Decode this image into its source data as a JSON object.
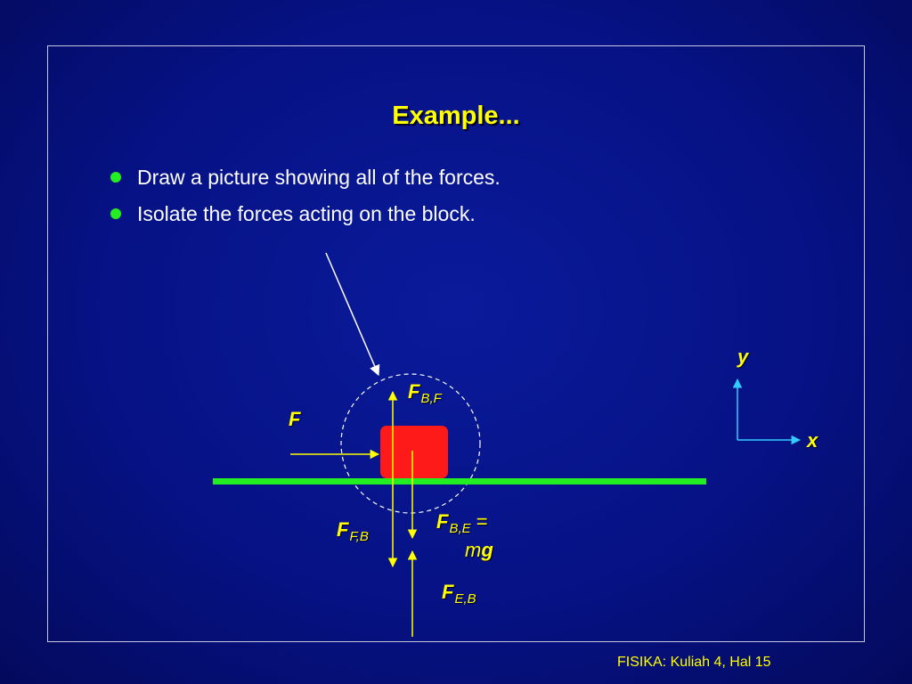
{
  "slide": {
    "title": "Example...",
    "bullets": [
      "Draw a picture showing all of the forces.",
      "Isolate the forces acting on the block."
    ],
    "footer": "FISIKA: Kuliah 4, Hal 15"
  },
  "diagram": {
    "labels": {
      "applied_force": {
        "main": "F",
        "sub": ""
      },
      "floor_on_block": {
        "main": "F",
        "sub": "B,F"
      },
      "block_on_floor": {
        "main": "F",
        "sub": "F,B"
      },
      "earth_on_block": {
        "main": "F",
        "sub": "B,E",
        "eq": "="
      },
      "mg": {
        "m": "m",
        "g": "g"
      },
      "block_on_earth": {
        "main": "F",
        "sub": "E,B"
      },
      "axis_y": "y",
      "axis_x": "x"
    },
    "colors": {
      "background": "#061285",
      "title": "#ffff00",
      "bullet_dot": "#22ee22",
      "block": "#ff1a1a",
      "floor": "#22ee22",
      "force_arrows": "#ffff00",
      "axes": "#33ccff",
      "pointer": "#ffffff"
    }
  }
}
